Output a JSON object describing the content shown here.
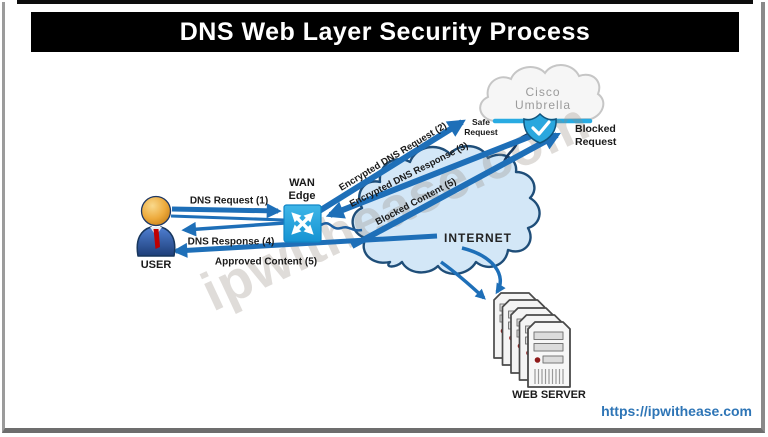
{
  "title": "DNS Web Layer Security Process",
  "watermark": "ipwithease.com",
  "footer": {
    "url": "https://ipwithease.com"
  },
  "nodes": {
    "user": {
      "label": "USER"
    },
    "wan_edge": {
      "line1": "WAN",
      "line2": "Edge"
    },
    "cisco_umbrella": {
      "line1": "Cisco",
      "line2": "Umbrella"
    },
    "internet": {
      "label": "INTERNET"
    },
    "web_server": {
      "label": "WEB SERVER"
    }
  },
  "edges": {
    "dns_request": {
      "label": "DNS Request (1)"
    },
    "dns_response": {
      "label": "DNS Response (4)"
    },
    "approved_content": {
      "label": "Approved Content (5)"
    },
    "encrypted_dns_request": {
      "label": "Encrypted DNS Request (2)"
    },
    "encrypted_dns_response": {
      "label": "Encrypted DNS Response (3)"
    },
    "blocked_content": {
      "label": "Blocked Content (5)"
    },
    "safe_request_line1": "Safe",
    "safe_request_line2": "Request",
    "blocked_request_line1": "Blocked",
    "blocked_request_line2": "Request"
  },
  "colors": {
    "arrow_blue": "#1E6FB8",
    "cisco_cyan": "#29ABE2",
    "internet_cloud_fill": "#D3E7F7",
    "internet_cloud_stroke": "#1F4E79",
    "umbrella_cloud_fill": "#F6F6F6",
    "title_bg": "#000000",
    "title_fg": "#FFFFFF",
    "url_blue": "#2E75B6",
    "tie_red": "#C00000"
  }
}
